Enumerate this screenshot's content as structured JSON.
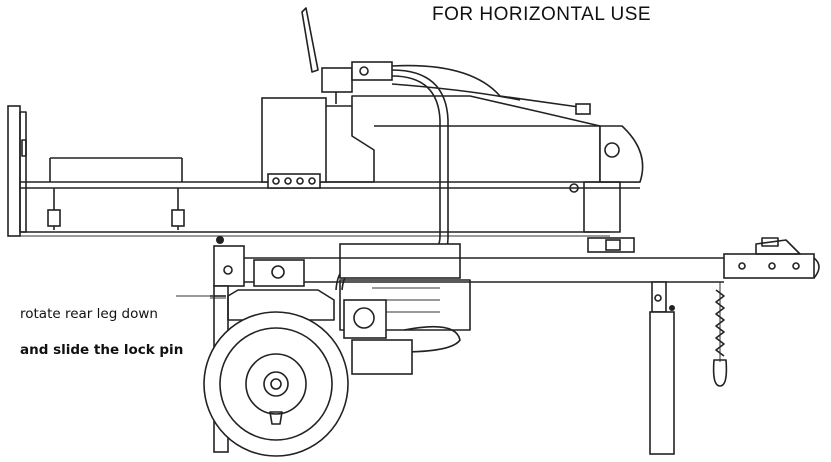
{
  "title": "FOR HORIZONTAL USE",
  "annotation": {
    "line1": "rotate rear leg down",
    "line2": "and slide the lock pin"
  }
}
